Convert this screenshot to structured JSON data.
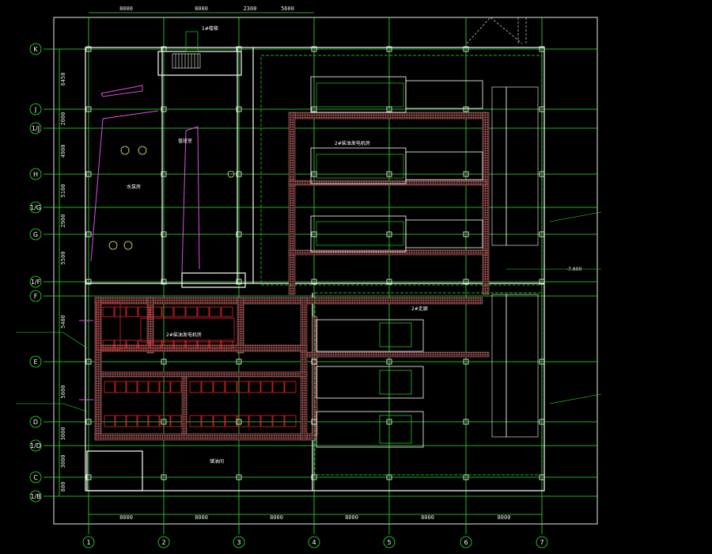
{
  "drawing": {
    "top_dimensions": [
      "8000",
      "8000",
      "2300",
      "5600"
    ],
    "bottom_dimensions": [
      "8000",
      "8000",
      "8000",
      "8000",
      "8000",
      "8000"
    ],
    "left_dimensions": [
      "6450",
      "2000",
      "4900",
      "5100",
      "2900",
      "5500",
      "5400",
      "5000",
      "3000",
      "3000",
      "800"
    ],
    "row_axes": [
      "K",
      "J",
      "1/J",
      "H",
      "1/G",
      "G",
      "1/F",
      "F",
      "E",
      "D",
      "1/D",
      "C",
      "1/B"
    ],
    "column_axes": [
      "1",
      "2",
      "3",
      "4",
      "5",
      "6",
      "7"
    ],
    "room_labels": {
      "pump_room": "水泵房",
      "gen_room": "2#柴油发电机房",
      "gen_room_2": "2#柴油发电机房",
      "aux_room": "储油间",
      "corridor": "2#走廊",
      "stair": "1#楼梯",
      "duty": "值班室"
    },
    "level_mark": "-7.600",
    "colors": {
      "axis": "#2ee62e",
      "wall": "#ffffff",
      "hatch": "#b36b6b",
      "panel": "#ff2a2a",
      "note": "#e8e870",
      "magenta": "#e04de0"
    }
  }
}
